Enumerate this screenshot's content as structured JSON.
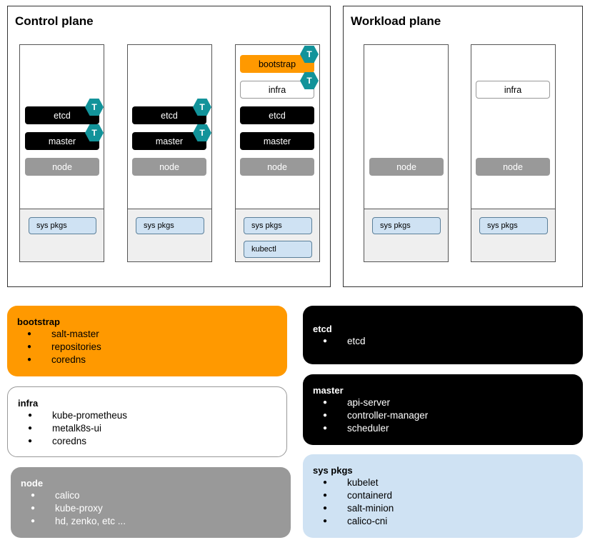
{
  "planes": {
    "control": {
      "title": "Control plane"
    },
    "workload": {
      "title": "Workload plane"
    }
  },
  "badge": {
    "label": "T",
    "color": "#12939a"
  },
  "nodes": [
    {
      "etcd": "etcd",
      "master": "master",
      "node": "node",
      "syspkgs": "sys pkgs"
    },
    {
      "etcd": "etcd",
      "master": "master",
      "node": "node",
      "syspkgs": "sys pkgs"
    },
    {
      "bootstrap": "bootstrap",
      "infra": "infra",
      "etcd": "etcd",
      "master": "master",
      "node": "node",
      "syspkgs": "sys pkgs",
      "kubectl": "kubectl"
    },
    {
      "node": "node",
      "syspkgs": "sys pkgs"
    },
    {
      "infra": "infra",
      "node": "node",
      "syspkgs": "sys pkgs"
    }
  ],
  "colors": {
    "bootstrap": "#ff9900",
    "etcd": "#000000",
    "master": "#000000",
    "node": "#999999",
    "infra": "#ffffff",
    "syspkgs": "#cfe2f3"
  },
  "legend": {
    "bootstrap": {
      "title": "bootstrap",
      "items": [
        "salt-master",
        "repositories",
        "coredns"
      ]
    },
    "infra": {
      "title": "infra",
      "items": [
        "kube-prometheus",
        "metalk8s-ui",
        "coredns"
      ]
    },
    "node": {
      "title": "node",
      "items": [
        "calico",
        "kube-proxy",
        "hd, zenko, etc ..."
      ]
    },
    "etcd": {
      "title": "etcd",
      "items": [
        "etcd"
      ]
    },
    "master": {
      "title": "master",
      "items": [
        "api-server",
        "controller-manager",
        "scheduler"
      ]
    },
    "syspkgs": {
      "title": "sys pkgs",
      "items": [
        "kubelet",
        "containerd",
        "salt-minion",
        "calico-cni"
      ]
    }
  }
}
